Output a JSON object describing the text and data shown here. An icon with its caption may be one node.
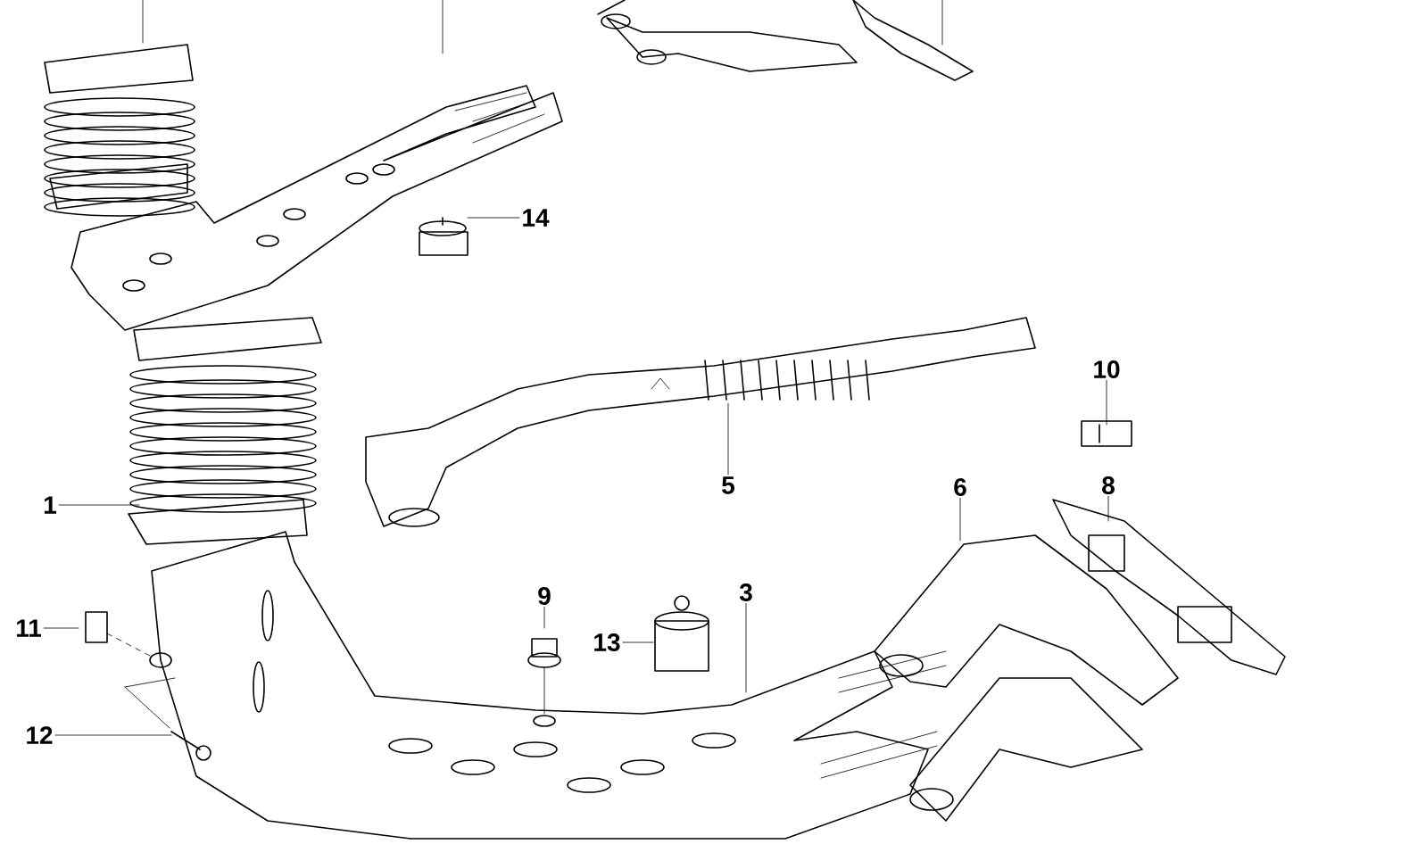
{
  "diagram": {
    "nodes": [
      {
        "text": [
          "14"
        ]
      },
      {
        "text": [
          "10"
        ]
      },
      {
        "text": [
          "5"
        ]
      },
      {
        "text": [
          "1"
        ]
      },
      {
        "text": [
          "6"
        ]
      },
      {
        "text": [
          "8"
        ]
      },
      {
        "text": [
          "9"
        ]
      },
      {
        "text": [
          "3"
        ]
      },
      {
        "text": [
          "11"
        ]
      },
      {
        "text": [
          "13"
        ]
      },
      {
        "text": [
          "12"
        ]
      }
    ],
    "edges": [
      {
        "from": 0,
        "to": null,
        "arrow": "none"
      },
      {
        "from": 1,
        "to": null,
        "arrow": "none"
      },
      {
        "from": 2,
        "to": null,
        "arrow": "none"
      },
      {
        "from": 3,
        "to": null,
        "arrow": "none"
      },
      {
        "from": 4,
        "to": null,
        "arrow": "none"
      },
      {
        "from": 5,
        "to": null,
        "arrow": "none"
      },
      {
        "from": 6,
        "to": null,
        "arrow": "none"
      },
      {
        "from": 7,
        "to": null,
        "arrow": "none"
      },
      {
        "from": 8,
        "to": null,
        "arrow": "none"
      },
      {
        "from": 9,
        "to": null,
        "arrow": "none"
      },
      {
        "from": 10,
        "to": null,
        "arrow": "none"
      }
    ]
  }
}
